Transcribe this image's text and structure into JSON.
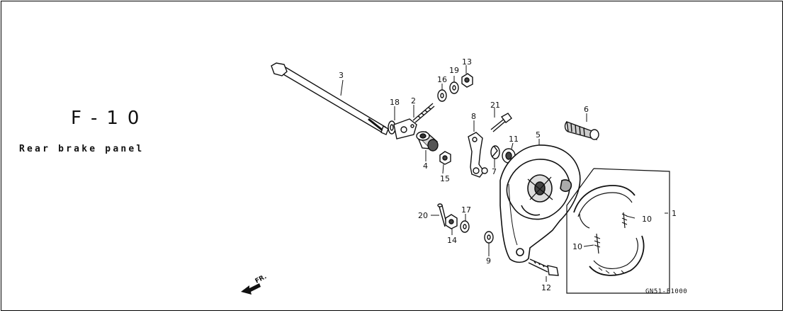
{
  "header": {
    "section_code": "F-10",
    "title": "Rear brake panel"
  },
  "diagram": {
    "reference_code": "GN51-F1000",
    "direction_label": "FR.",
    "callouts": [
      {
        "id": "c1",
        "number": "1"
      },
      {
        "id": "c2",
        "number": "2"
      },
      {
        "id": "c3",
        "number": "3"
      },
      {
        "id": "c4",
        "number": "4"
      },
      {
        "id": "c5",
        "number": "5"
      },
      {
        "id": "c6",
        "number": "6"
      },
      {
        "id": "c7",
        "number": "7"
      },
      {
        "id": "c8",
        "number": "8"
      },
      {
        "id": "c9",
        "number": "9"
      },
      {
        "id": "c10a",
        "number": "10"
      },
      {
        "id": "c10b",
        "number": "10"
      },
      {
        "id": "c11",
        "number": "11"
      },
      {
        "id": "c12",
        "number": "12"
      },
      {
        "id": "c13",
        "number": "13"
      },
      {
        "id": "c14",
        "number": "14"
      },
      {
        "id": "c15",
        "number": "15"
      },
      {
        "id": "c16",
        "number": "16"
      },
      {
        "id": "c17",
        "number": "17"
      },
      {
        "id": "c18",
        "number": "18"
      },
      {
        "id": "c19",
        "number": "19"
      },
      {
        "id": "c20",
        "number": "20"
      },
      {
        "id": "c21",
        "number": "21"
      }
    ]
  }
}
